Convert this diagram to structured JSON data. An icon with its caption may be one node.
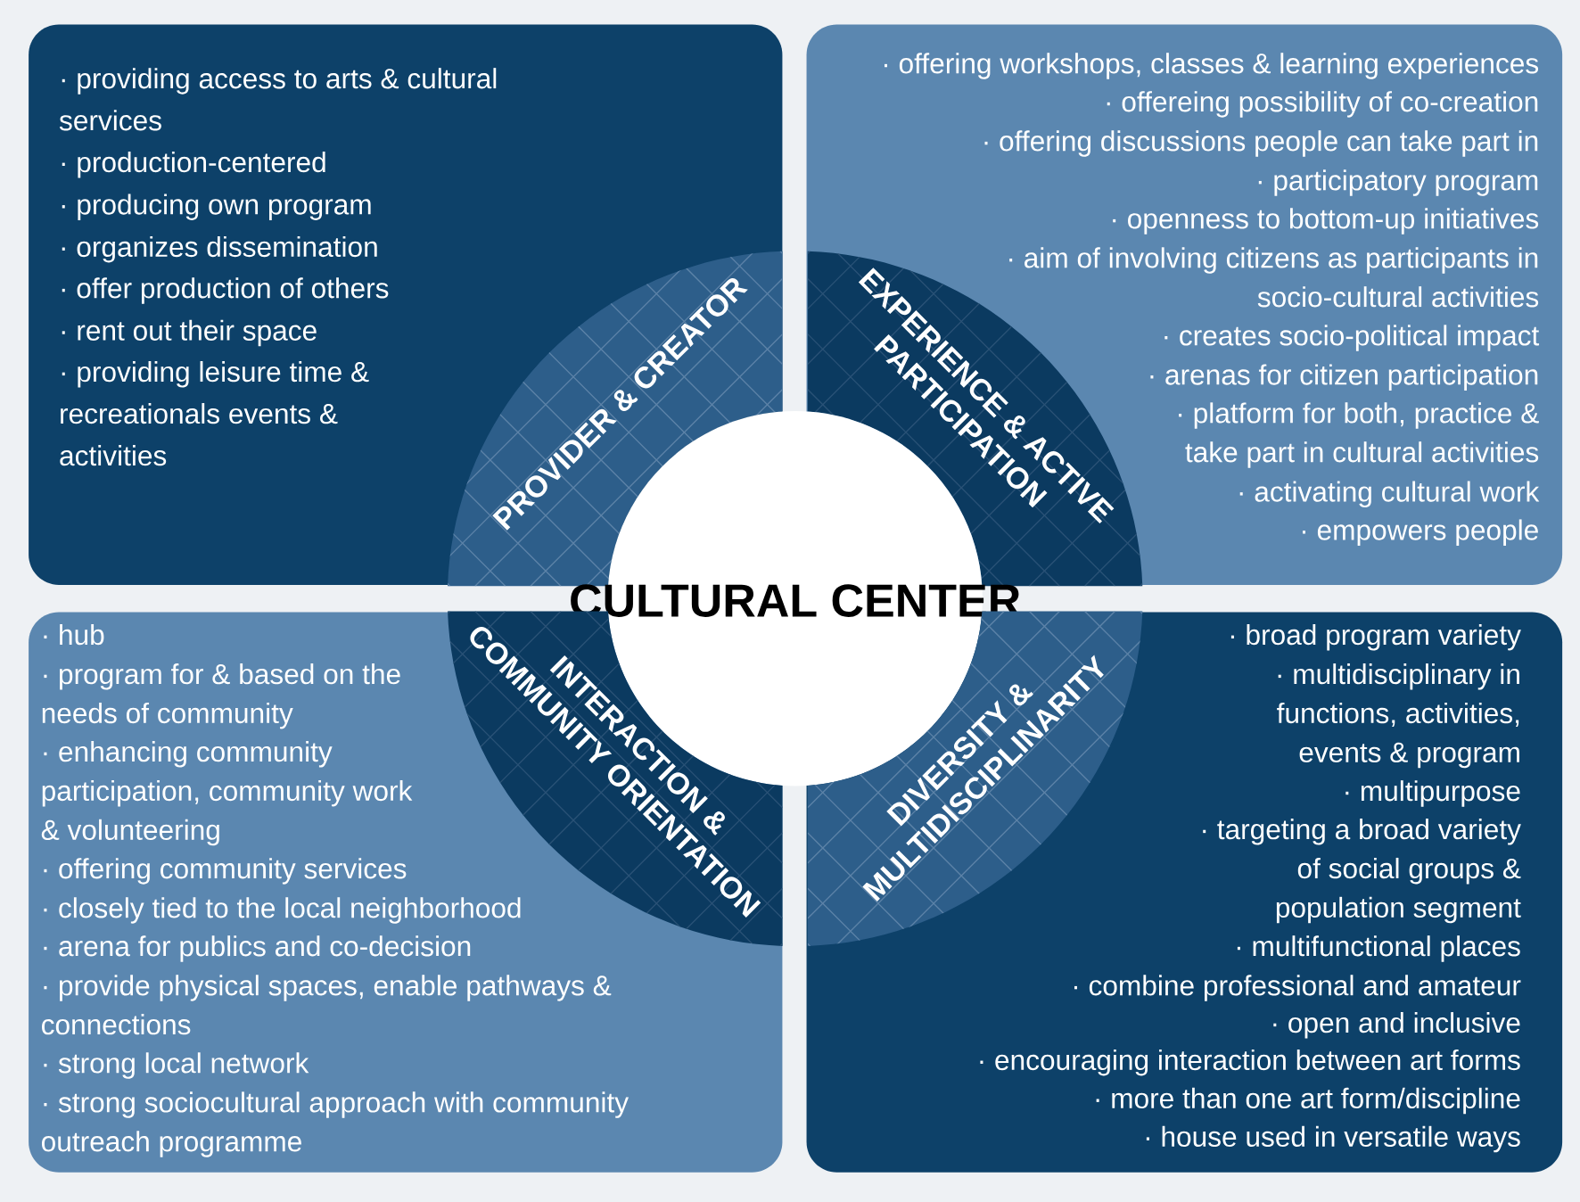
{
  "diagram": {
    "nodes": [
      {
        "text": [
          "· providing access to arts & cultural services",
          "· production-centered",
          "· producing own program",
          "· organizes dissemination",
          "· offer production of others",
          "· rent out their space",
          "· providing leisure time & recreationals events & activities"
        ]
      },
      {
        "text": [
          "· offering workshops, classes & learning experiences",
          "· offereing possibility of co-creation",
          "· offering discussions people can take part in",
          "· participatory program",
          "· openness to bottom-up initiatives",
          "· aim of involving citizens as participants in socio-cultural activities",
          "· creates socio-political impact",
          "· arenas for citizen participation",
          "· platform for both, practice & take part in cultural activities",
          "· activating cultural work",
          "· empowers people"
        ]
      },
      {
        "text": [
          "PROVIDER & CREATOR"
        ],
        "in": 0
      },
      {
        "text": [
          "EXPERIENCE & ACTIVE PARTICIPATION"
        ],
        "in": 1
      },
      {
        "text": [
          "CULTURAL CENTER"
        ]
      },
      {
        "text": [
          "INTERACTION & COMMUNITY ORIENTATION"
        ],
        "in": 7
      },
      {
        "text": [
          "DIVERSITY & MULTIDISCIPLINARITY"
        ],
        "in": 8
      },
      {
        "text": [
          "· hub",
          "· program for & based on the needs of community",
          "· enhancing community participation, community work & volunteering",
          "· offering community services",
          "· closely tied to the local neighborhood",
          "· arena for publics and co-decision",
          "· provide physical spaces, enable pathways & connections",
          "· strong local network",
          "· strong sociocultural approach with community outreach programme"
        ]
      },
      {
        "text": [
          "· broad program variety",
          "· multidisciplinary in functions, activities, events & program",
          "· multipurpose",
          "· targeting a broad variety of social groups & population segment",
          "· multifunctional places",
          "· combine professional and amateur",
          "· open and inclusive",
          "· encouraging interaction between art forms",
          "· more than one art form/discipline",
          "· house used in versatile ways"
        ]
      }
    ]
  }
}
